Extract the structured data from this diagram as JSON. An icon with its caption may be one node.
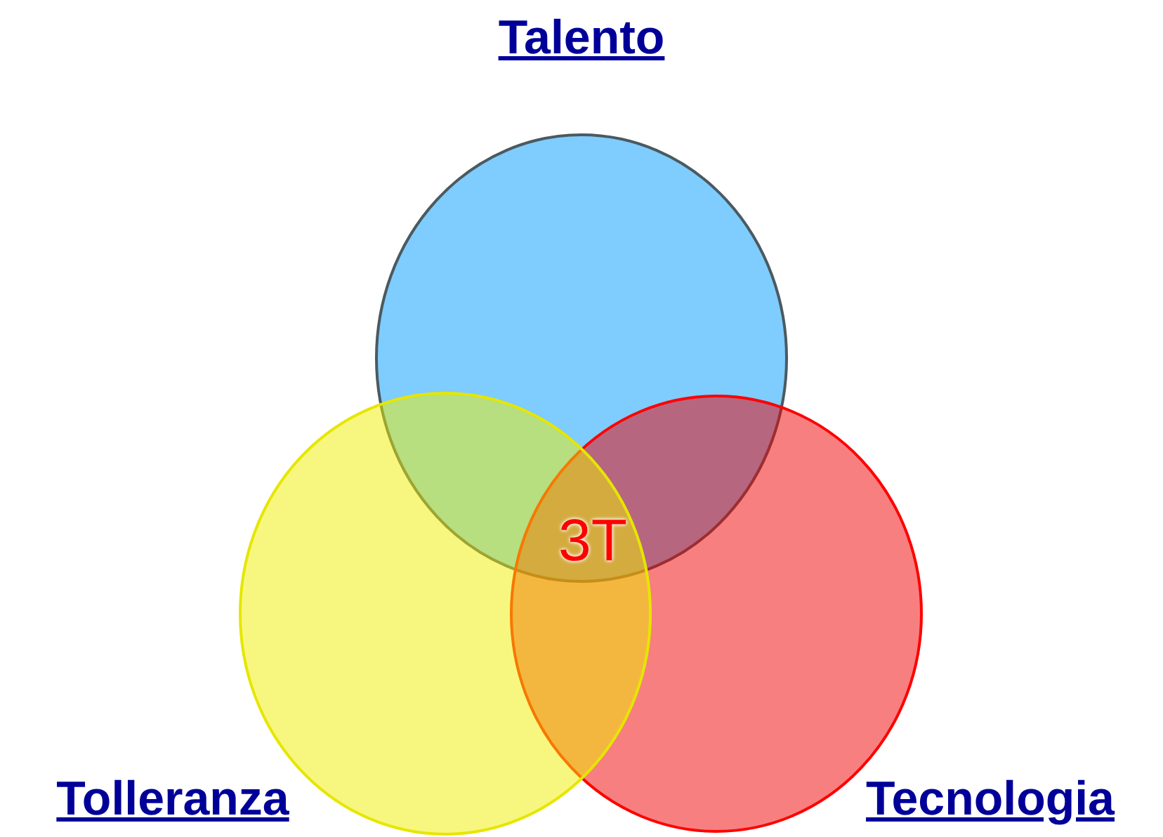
{
  "diagram": {
    "nodes": [
      {
        "text": [
          "Talento"
        ]
      },
      {
        "text": [
          "Tolleranza"
        ]
      },
      {
        "text": [
          "Tecnologia"
        ]
      }
    ],
    "labels": [
      "3T"
    ]
  }
}
